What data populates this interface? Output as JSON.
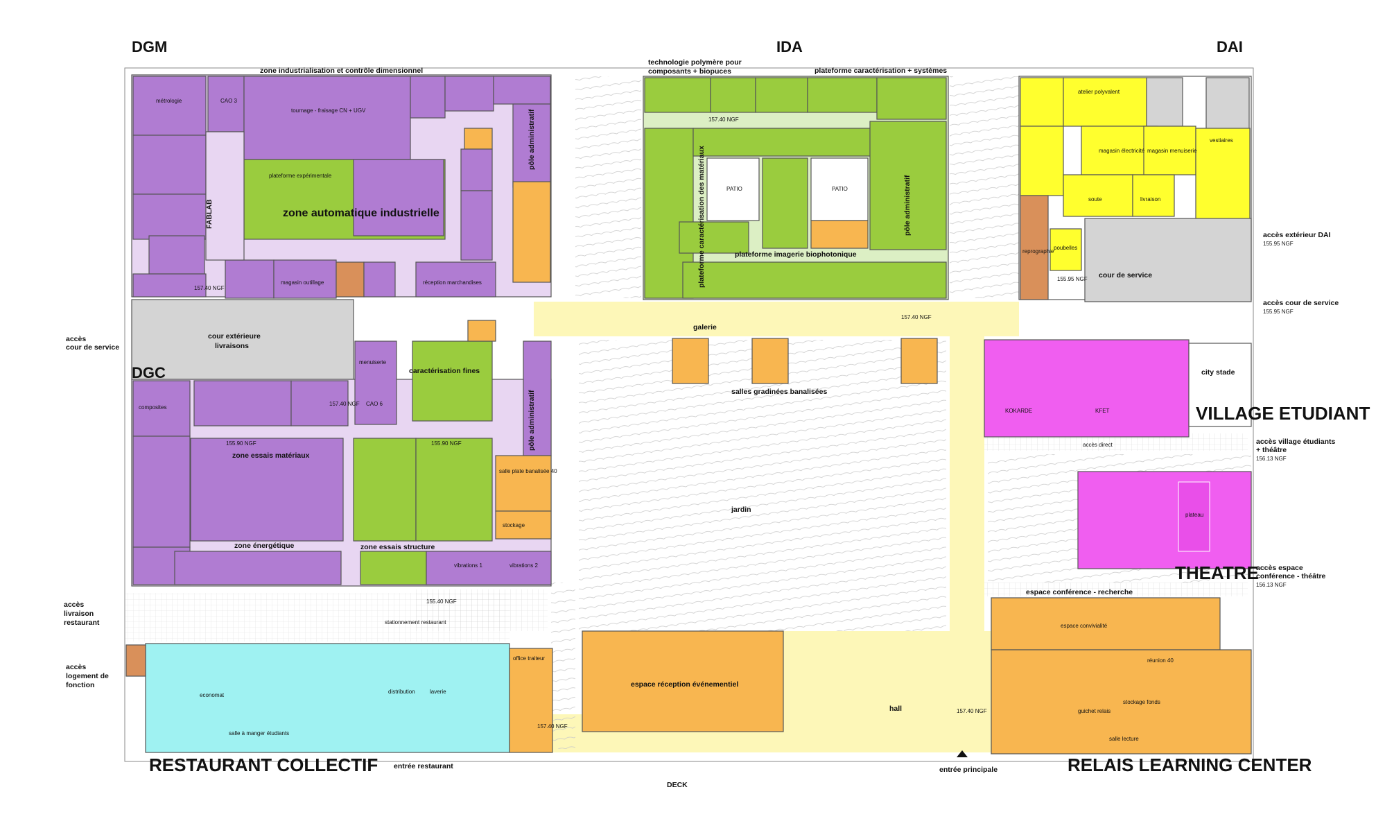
{
  "zones": {
    "dgm": "DGM",
    "ida": "IDA",
    "dai": "DAI",
    "dgc": "DGC",
    "village": "VILLAGE ETUDIANT",
    "theatre": "THEATRE",
    "restaurant": "RESTAURANT COLLECTIF",
    "relais": "RELAIS LEARNING CENTER"
  },
  "areas": {
    "zone_indus": "zone industrialisation et contrôle dimensionnel",
    "tech_poly_1": "technologie polymère pour",
    "tech_poly_2": "composants + biopuces",
    "plateforme_carac": "plateforme caractérisation  + systèmes",
    "zone_auto": "zone automatique industrielle",
    "fablab": "FABLAB",
    "pole_admin": "pôle administratif",
    "plat_carac_mat": "plateforme caractérisation des matériaux",
    "plat_bio": "plateforme imagerie biophotonique",
    "patio1": "PATIO",
    "patio2": "PATIO",
    "cour_service": "cour de service",
    "cour_ext_1": "cour extérieure",
    "cour_ext_2": "livraisons",
    "galerie": "galerie",
    "salles_grad": "salles gradinées banalisées",
    "carac_fines": "caractérisation fines",
    "zone_essais_mat": "zone essais matériaux",
    "zone_energetique": "zone énergétique",
    "zone_essais_struct": "zone essais structure",
    "jardin": "jardin",
    "espace_reception": "espace réception événementiel",
    "hall": "hall",
    "espace_conf": "espace conférence - recherche",
    "city_stade": "city stade",
    "kokarde": "KOKARDE",
    "kfet": "KFET",
    "plateau": "plateau",
    "distribution": "distribution",
    "laverie": "laverie",
    "salle_manger": "salle à manger étudiants",
    "metrologie": "métrologie",
    "cao3": "CAO 3",
    "tournage": "tournage - fraisage CN + UGV",
    "plateforme_exp": "plateforme expérimentale",
    "magasin_outillage": "magasin outillage",
    "reception_march": "réception marchandises",
    "atelier_polyvalent": "atelier polyvalent",
    "magasin_elec": "magasin électricité",
    "magasin_menuiserie": "magasin menuiserie",
    "vestiaires": "vestiaires",
    "livraison": "livraison",
    "soute": "soute",
    "reprographie": "reprographie",
    "poubelles": "poubelles",
    "vibrations1": "vibrations 1",
    "vibrations2": "vibrations 2",
    "menuiserie": "menuiserie",
    "cao6": "CAO 6",
    "composites": "composites",
    "espace_convivialite": "espace convivialité",
    "guichet": "guichet relais",
    "stockage_fonds": "stockage fonds",
    "salle_lecture": "salle lecture",
    "reunion40": "réunion 40",
    "office_traiteur": "office traiteur",
    "economat": "economat",
    "salle_plate": "salle plate banalisée 40",
    "stockage": "stockage",
    "stationnement": "stationnement restaurant",
    "deck": "DECK"
  },
  "accesses": {
    "cour_service_left": [
      "accès",
      "cour de service"
    ],
    "livraison_resto": [
      "accès",
      "livraison",
      "restaurant"
    ],
    "logement": [
      "accès",
      "logement de",
      "fonction"
    ],
    "ext_dai": "accès extérieur DAI",
    "ext_dai_level": "155.95 NGF",
    "cour_service_right": "accès cour de service",
    "cour_service_level": "155.95 NGF",
    "village_theatre": [
      "accès village étudiants",
      "+ théâtre"
    ],
    "village_level": "156.13 NGF",
    "conf_theatre": [
      "accès espace",
      "conférence - théâtre"
    ],
    "conf_level": "156.13 NGF",
    "entree_principale": "entrée principale",
    "entree_restaurant": "entrée restaurant",
    "acces_direct": "accès direct"
  },
  "levels": {
    "l1": "157.40 NGF",
    "l2": "157.40 NGF",
    "l3": "157.40 NGF",
    "l4": "155.95 NGF",
    "l5": "155.90 NGF",
    "l6": "155.90 NGF",
    "l7": "155.40 NGF",
    "l8": "157.40 NGF",
    "l9": "157.40 NGF",
    "l10": "157.40 NGF"
  },
  "colors": {
    "purple": "#b07cd2",
    "lilac": "#e8d6f2",
    "green": "#9acc3e",
    "lightgreen": "#dcefc4",
    "yellow": "#ffff2e",
    "paleyellow": "#fdf7b8",
    "orange": "#f8b650",
    "magenta": "#f05ef0",
    "cyan": "#9ff2f2",
    "grey": "#d4d4d4",
    "brown": "#d9905a"
  }
}
